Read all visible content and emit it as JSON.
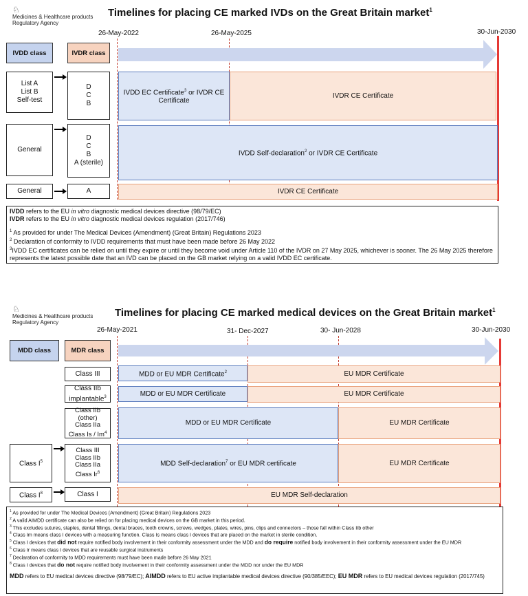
{
  "agency": {
    "line1": "Medicines & Healthcare products",
    "line2": "Regulatory Agency",
    "crest_icon": "royal-crest-icon"
  },
  "ivd": {
    "title": "Timelines for placing CE marked IVDs on the Great Britain market",
    "title_sup": "1",
    "dates": [
      "26-May-2022",
      "26-May-2025",
      "30-Jun-2030"
    ],
    "header_left": "IVDD class",
    "header_right": "IVDR class",
    "rows": [
      {
        "left": [
          "List A",
          "List B",
          "Self-test"
        ],
        "right": [
          "D",
          "C",
          "B"
        ],
        "bar1": "IVDD EC Certificate",
        "bar1_sup": "3",
        "bar1_rest": " or IVDR CE Certificate",
        "bar2": "IVDR CE Certificate"
      },
      {
        "left": [
          "General"
        ],
        "right": [
          "D",
          "C",
          "B",
          "A (sterile)"
        ],
        "bar1": "IVDD Self-declaration",
        "bar1_sup": "2",
        "bar1_rest": " or IVDR CE Certificate"
      },
      {
        "left": [
          "General"
        ],
        "right": [
          "A"
        ],
        "bar1": "IVDR CE Certificate"
      }
    ],
    "def_lines": [
      {
        "abbr": "IVDD",
        "pre": " refers to the EU ",
        "it": "in vitro",
        "post": " diagnostic medical devices directive (98/79/EC)"
      },
      {
        "abbr": "IVDR",
        "pre": " refers to the EU ",
        "it": "in vitro",
        "post": " diagnostic medical devices regulation (2017/746)"
      }
    ],
    "footnotes": [
      {
        "sup": "1",
        "text": "As provided for under The Medical Devices (Amendment) (Great Britain) Regulations 2023"
      },
      {
        "sup": "2",
        "text": "Declaration of conformity to IVDD requirements that must have been made before 26 May 2022"
      },
      {
        "sup": "3",
        "text": "IVDD EC certificates can be relied on until they expire or until they become void under Article 110 of the IVDR on 27 May 2025, whichever is sooner. The 26 May 2025 therefore represents the latest possible date that an IVD can be placed on the GB market relying on a valid IVDD EC certificate."
      }
    ]
  },
  "md": {
    "title": "Timelines for placing CE marked medical devices on the Great Britain market",
    "title_sup": "1",
    "dates": [
      "26-May-2021",
      "31- Dec-2027",
      "30- Jun-2028",
      "30-Jun-2030"
    ],
    "header_left": "MDD class",
    "header_right": "MDR class",
    "rows": [
      {
        "right": [
          "Class III"
        ],
        "bar1": "MDD or EU MDR Certificate",
        "bar1_sup": "2",
        "bar2": "EU MDR Certificate"
      },
      {
        "right": [
          "Class IIb",
          "implantable"
        ],
        "right_sup": "3",
        "bar1": "MDD or EU MDR Certificate",
        "bar2": "EU MDR Certificate"
      },
      {
        "right": [
          "Class IIb",
          "(other)",
          "Class IIa",
          "Class Is / Im"
        ],
        "right_sup": "4",
        "bar1": "MDD or EU MDR Certificate",
        "bar2": "EU MDR Certificate"
      },
      {
        "left": "Class I",
        "left_sup": "5",
        "right": [
          "Class III",
          "Class IIb",
          "Class IIa",
          "Class Ir"
        ],
        "right_sup": "6",
        "bar1": "MDD Self-declaration",
        "bar1_sup": "7",
        "bar1_rest": " or EU MDR certificate",
        "bar2": "EU MDR Certificate"
      },
      {
        "left": "Class I",
        "left_sup": "8",
        "right": [
          "Class I"
        ],
        "bar1": "EU MDR Self-declaration"
      }
    ],
    "footnotes": [
      {
        "sup": "1",
        "text": "As provided for under The Medical Devices (Amendment) (Great Britain) Regulations 2023"
      },
      {
        "sup": "2",
        "text": "A valid AIMDD certificate can also be relied on for placing medical devices on the GB market in this period."
      },
      {
        "sup": "3",
        "text": "This excludes sutures, staples, dental fillings, dental braces, tooth crowns, screws, wedges, plates, wires, pins, clips and connectors – those fall within Class IIb other"
      },
      {
        "sup": "4",
        "text": "Class Im means class I devices with a measuring function. Class Is means class I devices that are placed on the market in sterile condition."
      },
      {
        "sup": "5",
        "pre": "Class I devices that ",
        "bold1": "did not",
        "mid": " require notified body involvement in their conformity assessment under the MDD and ",
        "bold2": "do require",
        "post": " notified body involvement in their conformity assessment under the EU MDR"
      },
      {
        "sup": "6",
        "text": "Class Ir means class I devices that are reusable surgical instruments"
      },
      {
        "sup": "7",
        "text": "Declaration of conformity to MDD requirements must have been made before 26 May 2021"
      },
      {
        "sup": "8",
        "pre": "Class I devices that ",
        "bold1": "do not",
        "post": " require notified body involvement in their conformity assessment under the MDD nor under the EU MDR"
      }
    ],
    "defs": {
      "mdd": "MDD",
      "mdd_text": " refers to EU medical devices directive (98/79/EC); ",
      "aimdd": "AIMDD",
      "aimdd_text": " refers to EU active implantable medical devices directive (90/385/EEC); ",
      "eumdr": "EU MDR",
      "eumdr_text": " refers to EU medical devices regulation (2017/745)"
    }
  }
}
